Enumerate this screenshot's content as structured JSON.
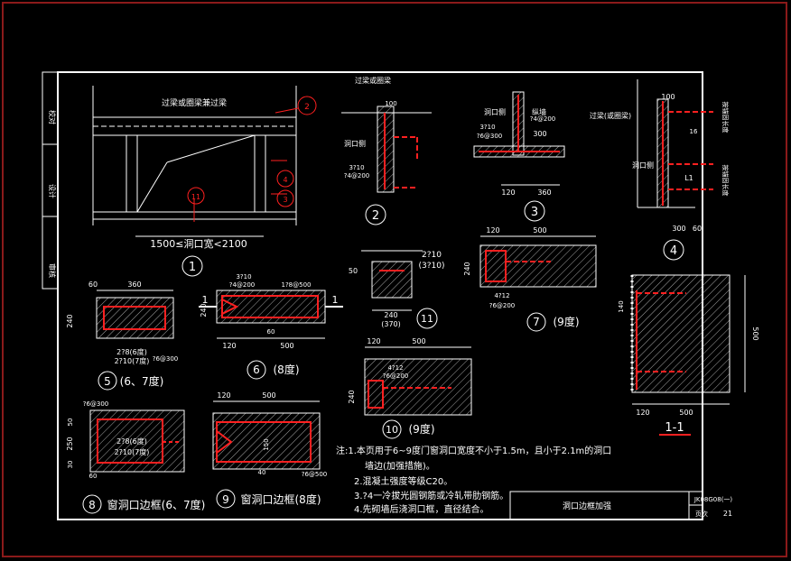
{
  "colors": {
    "background": "#000000",
    "lines": "#ffffff",
    "rebar": "#ff2020",
    "sheet_border": "#8b1a1a"
  },
  "side_strip": [
    "校对",
    "设计",
    "审核"
  ],
  "details": {
    "d1": {
      "num": "1",
      "label_top": "过梁或圈梁兼过梁",
      "span": "1500≤洞口宽<2100",
      "tags": [
        "2",
        "11",
        "4",
        "3"
      ]
    },
    "d2": {
      "num": "2",
      "label_top": "过梁或圈梁",
      "dim_top": "100",
      "label_side": "洞口侧",
      "rebar": "3?10",
      "stirrup": "?4@200"
    },
    "d3": {
      "num": "3",
      "label_side": "洞口侧",
      "label_col": "纵墙",
      "stirrup": "?4@200",
      "rebar": "3?10",
      "stirrup2": "?6@300",
      "dim_mid": "300",
      "dim_a": "120",
      "dim_b": "360"
    },
    "d4": {
      "num": "4",
      "dim_top": "100",
      "label_beam": "过梁(或圈梁)",
      "label_side": "洞口侧",
      "v_label_1": "按锚固长度",
      "v_label_2": "按锚固长度",
      "dim_16": "16",
      "dim_l1": "L1",
      "dim_bot_a": "300",
      "dim_bot_b": "60"
    },
    "d5": {
      "num": "5",
      "deg": "(6、7度)",
      "dim_w": "360",
      "dim_l": "60",
      "dim_h": "240",
      "note1": "2?8(6度)",
      "note2": "2?10(7度)",
      "note3": "?6@300"
    },
    "d6": {
      "num": "6",
      "deg": "(8度)",
      "note1": "3?10",
      "note2": "?4@200",
      "note3": "1?8@500",
      "dim_a": "120",
      "dim_b": "500",
      "dim_h": "240",
      "dim_60": "60",
      "sec": "1"
    },
    "d7": {
      "num": "7",
      "deg": "(9度)",
      "dim_a": "120",
      "dim_b": "500",
      "dim_h": "240",
      "note1": "4?12",
      "note2": "?6@200"
    },
    "d8": {
      "num": "8",
      "title": "窗洞口边框(6、7度)",
      "note_top": "?6@300",
      "note1": "2?8(6度)",
      "note2": "2?10(7度)",
      "dim_h": "250",
      "dim_a": "50",
      "dim_b": "60",
      "dim_c": "30"
    },
    "d9": {
      "num": "9",
      "title": "窗洞口边框(8度)",
      "dim_a": "120",
      "dim_b": "500",
      "note1": "?6@500",
      "dim_150": "150",
      "dim_40": "40"
    },
    "d10": {
      "num": "10",
      "deg": "(9度)",
      "dim_a": "120",
      "dim_b": "500",
      "note1": "4?12",
      "note2": "?6@200",
      "dim_h": "240"
    },
    "d11": {
      "num": "11",
      "note1": "2?10",
      "note2": "(3?10)",
      "dim_a": "240",
      "dim_b": "(370)",
      "dim_h": "50"
    },
    "sec11": {
      "title": "1-1",
      "dim_v1": "500",
      "dim_v2": "140",
      "dim_a": "120",
      "dim_b": "500"
    }
  },
  "notes": [
    "注:1.本页用于6~9度门窗洞口宽度不小于1.5m，且小于2.1m的洞口",
    "墙边(加强措施)。",
    "2.混凝土强度等级C20。",
    "3.?4一冷拔光圆钢筋或冷轧带肋钢筋。",
    "4.先砌墙后浇洞口框，直径结合。"
  ],
  "title_block": {
    "name": "洞口边框加强",
    "code": "JK08G08(一)",
    "page_label": "页次",
    "page": "21"
  }
}
